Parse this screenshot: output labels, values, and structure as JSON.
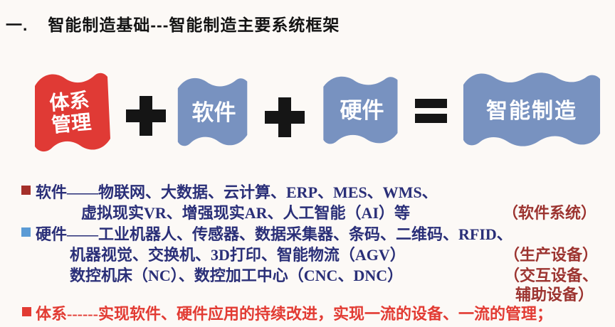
{
  "colors": {
    "background": "#fcf9f6",
    "title_text": "#141414",
    "flag_red": "#e03a35",
    "flag_blue": "#7892c0",
    "flag_text": "#ffffff",
    "body_navy": "#2a2f78",
    "side_maroon": "#9c3430",
    "system_red": "#e23b33",
    "bullet_software_marker": "#a5302a",
    "bullet_hardware_marker": "#5b9bd5",
    "bullet_system_marker": "#e23b33"
  },
  "title": {
    "index": "一.",
    "text": "智能制造基础---智能制造主要系统框架"
  },
  "equation": {
    "system_management": {
      "line1": "体系",
      "line2": "管理"
    },
    "software": "软件",
    "hardware": "硬件",
    "result": "智能制造",
    "plus": "+",
    "equals": "="
  },
  "bullets": {
    "software": {
      "line1": "软件——物联网、大数据、云计算、ERP、MES、WMS、",
      "line2": "虚拟现实VR、增强现实AR、人工智能（AI）等"
    },
    "hardware": {
      "line1": "硬件——工业机器人、传感器、数据采集器、条码、二维码、RFID、",
      "line2": "机器视觉、交换机、3D打印、智能物流（AGV）",
      "line3": "数控机床（NC）、数控加工中心（CNC、DNC）"
    },
    "system": {
      "line1": "体系------实现软件、硬件应用的持续改进，实现一流的设备、一流的管理；"
    }
  },
  "side_labels": {
    "software_system": "（软件系统）",
    "production": "（生产设备）",
    "interaction": "（交互设备、",
    "auxiliary": "辅助设备）"
  }
}
